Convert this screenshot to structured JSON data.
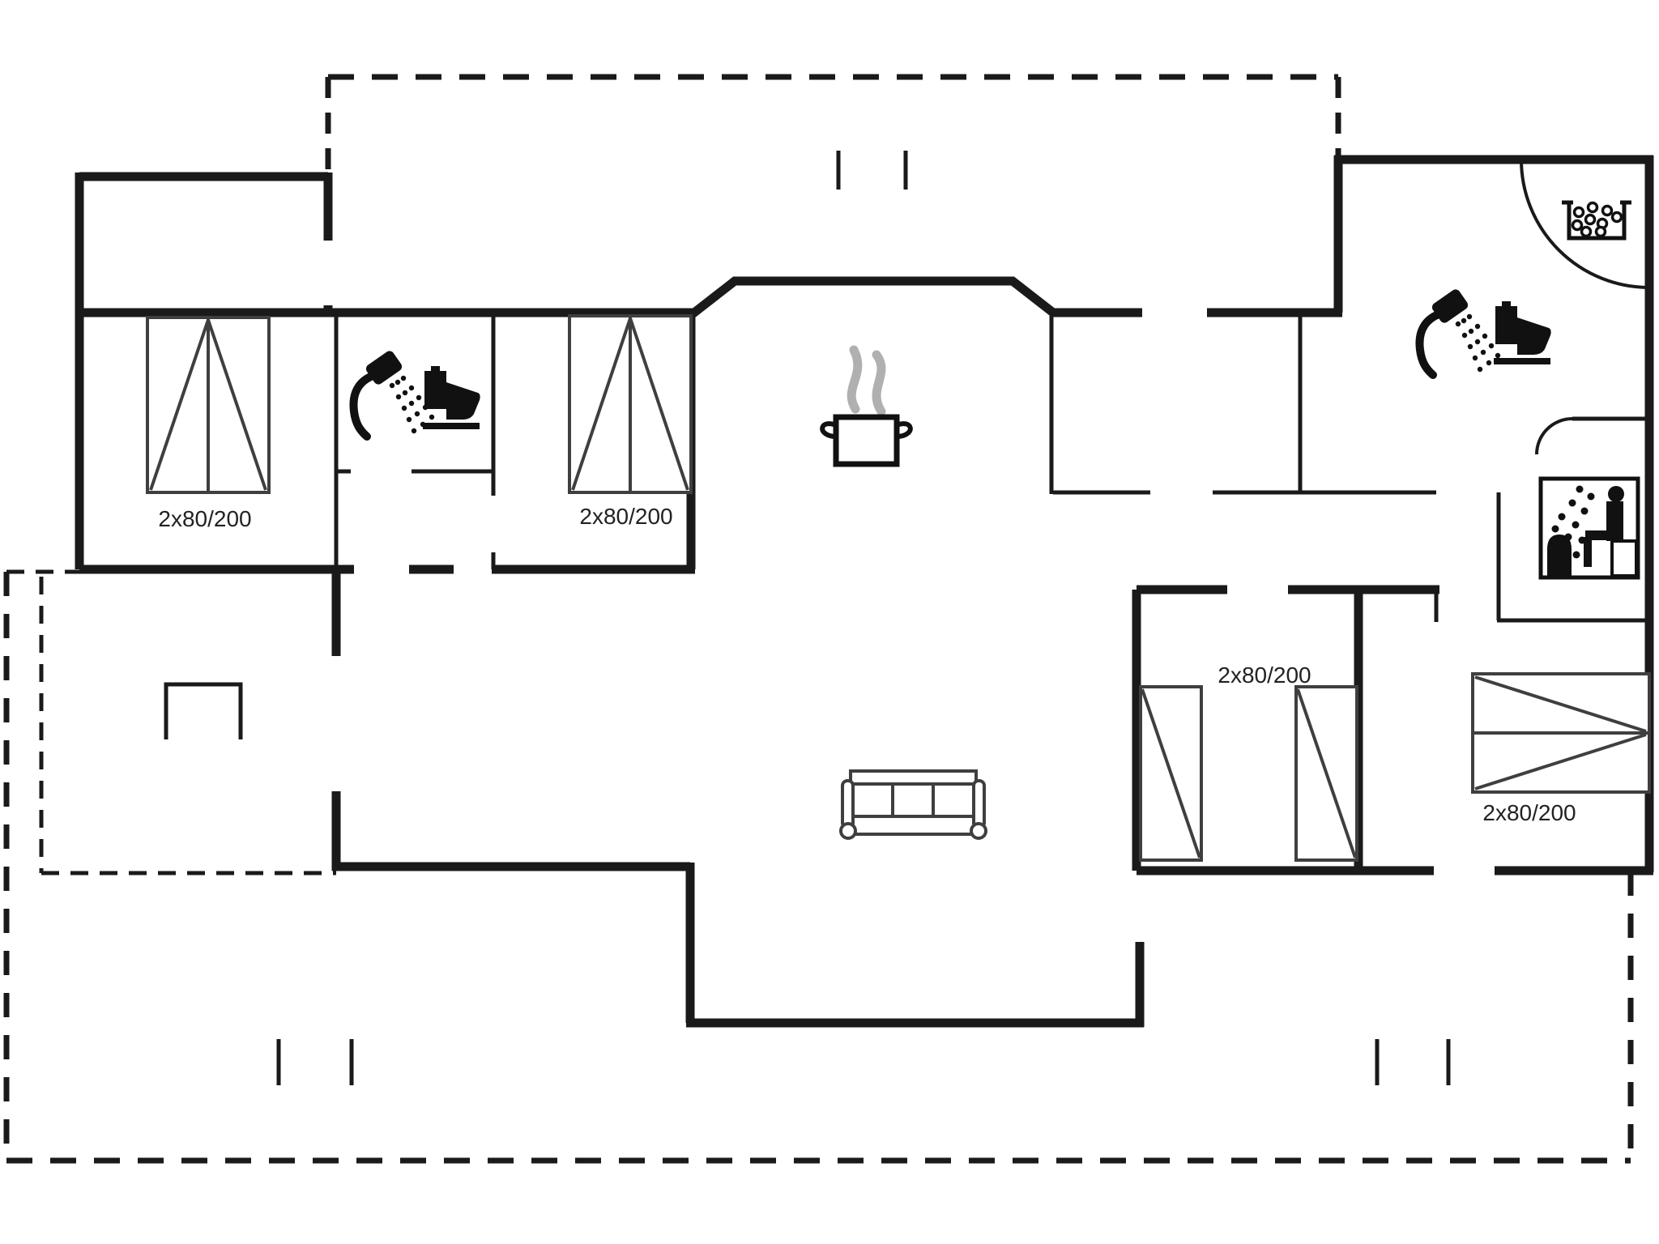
{
  "plan": {
    "type": "floor-plan",
    "wall_color": "#1a1a1a",
    "furniture_color": "#3f3f3f",
    "steam_color": "#b0b0b0",
    "icon_fill": "#111111",
    "labels": [
      {
        "text": "2x80/200"
      },
      {
        "text": "2x80/200"
      },
      {
        "text": "2x80/200"
      },
      {
        "text": "2x80/200"
      }
    ],
    "icons": [
      "double-bed-icon",
      "double-bed-icon",
      "single-bed-icon",
      "single-bed-icon",
      "double-bed-horizontal-icon",
      "shower-icon",
      "toilet-icon",
      "shower-icon",
      "toilet-icon",
      "cooking-pot-icon",
      "sofa-icon",
      "sauna-icon",
      "washbasin-icon",
      "entrance-door-arc",
      "sauna-door-arc",
      "fireplace-niche-icon",
      "terrace-dashed-boundary"
    ]
  }
}
